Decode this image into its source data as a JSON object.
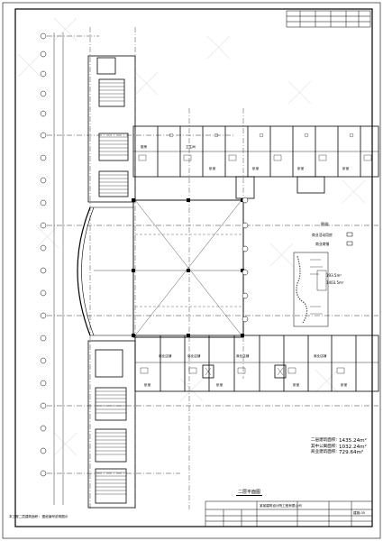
{
  "drawing": {
    "legend_title": "图例",
    "legend_items": [
      "商业活动用房",
      "商业商铺"
    ],
    "inset_areas": [
      "193.5m²",
      "1403.5m²"
    ],
    "stats": [
      {
        "label": "二层建筑面积:",
        "value": "1435.24m²"
      },
      {
        "label": "其中公寓面积:",
        "value": "1032.24m²"
      },
      {
        "label": "商业建筑面积:",
        "value": "729.64m²"
      }
    ],
    "plan_title": "二层平面图",
    "bottom_note": "本工程二层建筑面积: 图纸编号说明图示",
    "title_block_text": "某某建筑设计院工程有限公司",
    "drawing_number": "建施-05",
    "room_labels": [
      "厨房",
      "卫生间",
      "卧室",
      "卧室",
      "卧室",
      "卧室",
      "卧室",
      "卧室",
      "卧室",
      "卧室",
      "商业店铺",
      "商业店铺",
      "商业店铺",
      "商业店铺"
    ]
  },
  "colors": {
    "line": "#000000",
    "hatch": "#555555",
    "watermark": "#cccccc"
  }
}
